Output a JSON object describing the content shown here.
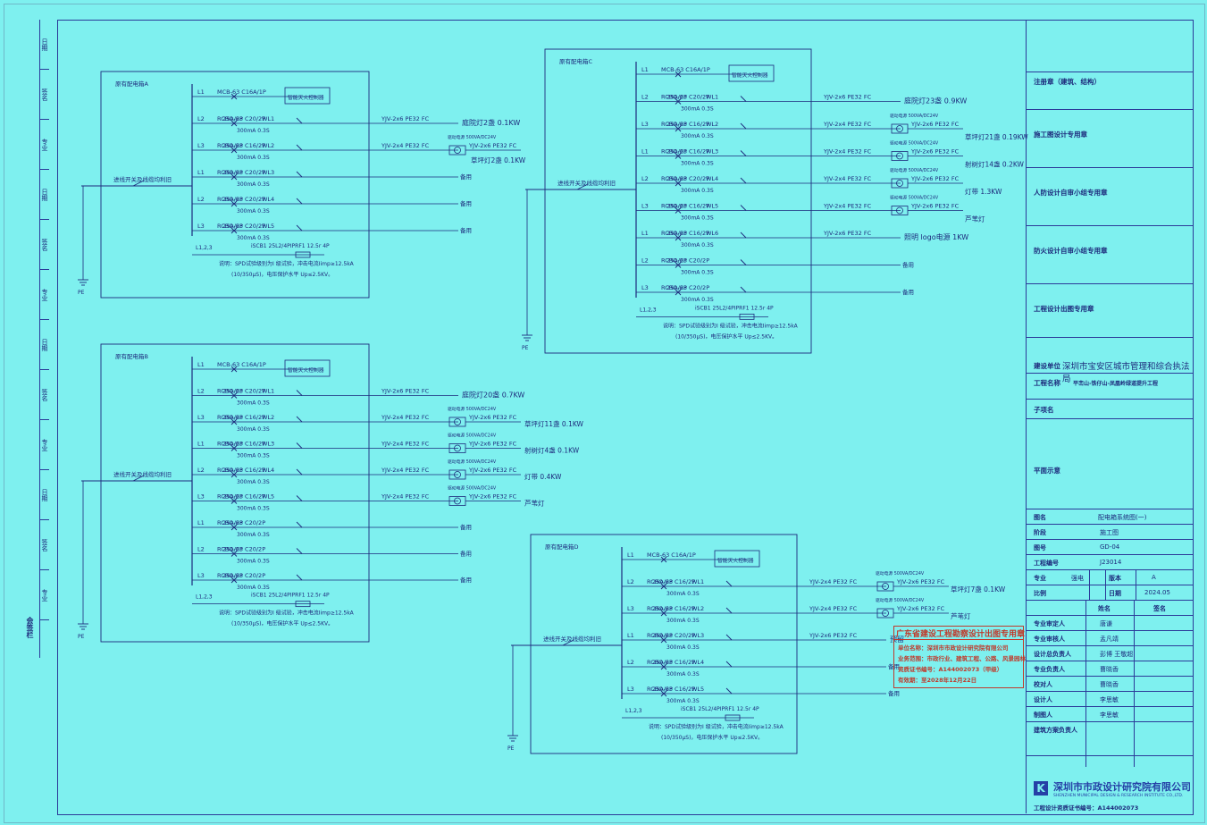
{
  "boxes": {
    "A": {
      "title": "原有配电箱A",
      "incoming": "进线开关及线缆均利旧",
      "circuits": [
        {
          "phase": "L1",
          "breaker": "MCB-63",
          "rating": "C16A/1P",
          "rcd": "",
          "contactor": "",
          "out": "",
          "cable": "",
          "load": "",
          "control": "智能灭火控制器"
        },
        {
          "phase": "L2",
          "breaker": "RCBO-63",
          "rating": "C20/2P",
          "rcd": "300mA 0.3S",
          "contactor": "25A/2P",
          "out": "WL1",
          "cable": "YJV-2x6 PE32 FC",
          "load": "庭院灯2盏 0.1KW"
        },
        {
          "phase": "L3",
          "breaker": "RCBO-63",
          "rating": "C16/2P",
          "rcd": "300mA 0.3S",
          "contactor": "25A/2P",
          "out": "WL2",
          "cable": "YJV-2x4 PE32 FC",
          "load": "草坪灯2盏 0.1KW"
        },
        {
          "phase": "L1",
          "breaker": "RCBO-63",
          "rating": "C20/2P",
          "rcd": "300mA 0.3S",
          "contactor": "25A/2P",
          "out": "WL3",
          "cable": "",
          "load": "备用"
        },
        {
          "phase": "L2",
          "breaker": "RCBO-63",
          "rating": "C20/2P",
          "rcd": "300mA 0.3S",
          "contactor": "25A/2P",
          "out": "WL4",
          "cable": "",
          "load": "备用"
        },
        {
          "phase": "L3",
          "breaker": "RCBO-63",
          "rating": "C20/2P",
          "rcd": "300mA 0.3S",
          "contactor": "25A/2P",
          "out": "WL5",
          "cable": "",
          "load": "备用"
        }
      ],
      "spd": "iSCB1 25L2/4PIPRF1 12.5r 4P",
      "phases": "L1,2,3",
      "note1": "说明：SPD试验级别为I 级试验，冲击电流Iimp≥12.5kA",
      "note2": "(10/350μS)，电压保护水平 Up≤2.5KV。",
      "pe": "PE",
      "driver": "驱动电源 500VA/DC24V",
      "cable2": "YJV-2x6 PE32 FC"
    },
    "B": {
      "title": "原有配电箱B",
      "incoming": "进线开关及线缆均利旧",
      "circuits": [
        {
          "phase": "L1",
          "breaker": "MCB-63",
          "rating": "C16A/1P",
          "rcd": "",
          "contactor": "",
          "out": "",
          "cable": "",
          "load": "",
          "control": "智能灭火控制器"
        },
        {
          "phase": "L2",
          "breaker": "RCBO-63",
          "rating": "C20/2P",
          "rcd": "300mA 0.3S",
          "contactor": "25A/2P",
          "out": "WL1",
          "cable": "YJV-2x6 PE32 FC",
          "load": "庭院灯20盏 0.7KW"
        },
        {
          "phase": "L3",
          "breaker": "RCBO-63",
          "rating": "C16/2P",
          "rcd": "300mA 0.3S",
          "contactor": "25A/2P",
          "out": "WL2",
          "cable": "YJV-2x4 PE32 FC",
          "load": "草坪灯11盏 0.1KW"
        },
        {
          "phase": "L1",
          "breaker": "RCBO-63",
          "rating": "C16/2P",
          "rcd": "300mA 0.3S",
          "contactor": "25A/2P",
          "out": "WL3",
          "cable": "YJV-2x4 PE32 FC",
          "load": "射树灯4盏 0.1KW"
        },
        {
          "phase": "L2",
          "breaker": "RCBO-63",
          "rating": "C16/2P",
          "rcd": "300mA 0.3S",
          "contactor": "25A/2P",
          "out": "WL4",
          "cable": "YJV-2x4 PE32 FC",
          "load": "灯带 0.4KW"
        },
        {
          "phase": "L3",
          "breaker": "RCBO-63",
          "rating": "C16/2P",
          "rcd": "300mA 0.3S",
          "contactor": "25A/2P",
          "out": "WL5",
          "cable": "YJV-2x4 PE32 FC",
          "load": "芦苇灯"
        },
        {
          "phase": "L1",
          "breaker": "RCBO-63",
          "rating": "C20/2P",
          "rcd": "300mA 0.3S",
          "contactor": "25A/2P",
          "out": "",
          "cable": "",
          "load": "备用"
        },
        {
          "phase": "L2",
          "breaker": "RCBO-63",
          "rating": "C20/2P",
          "rcd": "300mA 0.3S",
          "contactor": "25A/2P",
          "out": "",
          "cable": "",
          "load": "备用"
        },
        {
          "phase": "L3",
          "breaker": "RCBO-63",
          "rating": "C20/2P",
          "rcd": "300mA 0.3S",
          "contactor": "25A/2P",
          "out": "",
          "cable": "",
          "load": "备用"
        }
      ],
      "spd": "iSCB1 25L2/4PIPRF1 12.5r 4P",
      "phases": "L1,2,3",
      "note1": "说明：SPD试验级别为I 级试验，冲击电流Iimp≥12.5kA",
      "note2": "(10/350μS)，电压保护水平 Up≤2.5KV。",
      "pe": "PE",
      "driver": "驱动电源 500VA/DC24V",
      "cable2": "YJV-2x6 PE32 FC"
    },
    "C": {
      "title": "原有配电箱C",
      "incoming": "进线开关及线缆均利旧",
      "circuits": [
        {
          "phase": "L1",
          "breaker": "MCB-63",
          "rating": "C16A/1P",
          "rcd": "",
          "contactor": "",
          "out": "",
          "cable": "",
          "load": "",
          "control": "智能灭火控制器"
        },
        {
          "phase": "L2",
          "breaker": "RCBO-63",
          "rating": "C20/2P",
          "rcd": "300mA 0.3S",
          "contactor": "25A/2P",
          "out": "WL1",
          "cable": "YJV-2x6 PE32 FC",
          "load": "庭院灯23盏 0.9KW"
        },
        {
          "phase": "L3",
          "breaker": "RCBO-63",
          "rating": "C16/2P",
          "rcd": "300mA 0.3S",
          "contactor": "25A/2P",
          "out": "WL2",
          "cable": "YJV-2x4 PE32 FC",
          "load": "草坪灯21盏 0.19KW"
        },
        {
          "phase": "L1",
          "breaker": "RCBO-63",
          "rating": "C16/2P",
          "rcd": "300mA 0.3S",
          "contactor": "25A/2P",
          "out": "WL3",
          "cable": "YJV-2x4 PE32 FC",
          "load": "射树灯14盏 0.2KW"
        },
        {
          "phase": "L2",
          "breaker": "RCBO-63",
          "rating": "C20/2P",
          "rcd": "300mA 0.3S",
          "contactor": "25A/2P",
          "out": "WL4",
          "cable": "YJV-2x4 PE32 FC",
          "load": "灯带 1.3KW"
        },
        {
          "phase": "L3",
          "breaker": "RCBO-63",
          "rating": "C16/2P",
          "rcd": "300mA 0.3S",
          "contactor": "25A/2P",
          "out": "WL5",
          "cable": "YJV-2x4 PE32 FC",
          "load": "芦苇灯"
        },
        {
          "phase": "L1",
          "breaker": "RCBO-63",
          "rating": "C16/2P",
          "rcd": "300mA 0.3S",
          "contactor": "25A/2P",
          "out": "WL6",
          "cable": "YJV-2x6 PE32 FC",
          "load": "照明 logo电源 1KW"
        },
        {
          "phase": "L2",
          "breaker": "RCBO-63",
          "rating": "C20/2P",
          "rcd": "300mA 0.3S",
          "contactor": "25A/2P",
          "out": "",
          "cable": "",
          "load": "备用"
        },
        {
          "phase": "L3",
          "breaker": "RCBO-63",
          "rating": "C20/2P",
          "rcd": "300mA 0.3S",
          "contactor": "25A/2P",
          "out": "",
          "cable": "",
          "load": "备用"
        }
      ],
      "spd": "iSCB1 25L2/4PIPRF1 12.5r 4P",
      "phases": "L1,2,3",
      "note1": "说明：SPD试验级别为I 级试验，冲击电流Iimp≥12.5kA",
      "note2": "(10/350μS)，电压保护水平 Up≤2.5KV。",
      "pe": "PE",
      "driver": "驱动电源 500VA/DC24V",
      "cable2": "YJV-2x6 PE32 FC"
    },
    "D": {
      "title": "原有配电箱D",
      "incoming": "进线开关及线缆均利旧",
      "circuits": [
        {
          "phase": "L1",
          "breaker": "MCB-63",
          "rating": "C16A/1P",
          "rcd": "",
          "contactor": "",
          "out": "",
          "cable": "",
          "load": "",
          "control": "智能灭火控制器"
        },
        {
          "phase": "L2",
          "breaker": "RCBO-63",
          "rating": "C16/2P",
          "rcd": "300mA 0.3S",
          "contactor": "25A/2P",
          "out": "WL1",
          "cable": "YJV-2x4 PE32 FC",
          "load": "草坪灯7盏 0.1KW"
        },
        {
          "phase": "L3",
          "breaker": "RCBO-63",
          "rating": "C16/2P",
          "rcd": "300mA 0.3S",
          "contactor": "25A/2P",
          "out": "WL2",
          "cable": "YJV-2x4 PE32 FC",
          "load": "芦苇灯"
        },
        {
          "phase": "L1",
          "breaker": "RCBO-63",
          "rating": "C20/2P",
          "rcd": "300mA 0.3S",
          "contactor": "25A/2P",
          "out": "WL3",
          "cable": "YJV-2x6 PE32 FC",
          "load": "预留"
        },
        {
          "phase": "L2",
          "breaker": "RCBO-63",
          "rating": "C16/2P",
          "rcd": "300mA 0.3S",
          "contactor": "25A/2P",
          "out": "WL4",
          "cable": "",
          "load": "备用"
        },
        {
          "phase": "L3",
          "breaker": "RCBO-63",
          "rating": "C16/2P",
          "rcd": "300mA 0.3S",
          "contactor": "25A/2P",
          "out": "WL5",
          "cable": "",
          "load": "备用"
        }
      ],
      "spd": "iSCB1 25L2/4PIPRF1 12.5r 4P",
      "phases": "L1,2,3",
      "note1": "说明：SPD试验级别为I 级试验，冲击电流Iimp≥12.5kA",
      "note2": "(10/350μS)，电压保护水平 Up≤2.5KV。",
      "pe": "PE",
      "driver": "驱动电源 500VA/DC24V",
      "cable2": "YJV-2x6 PE32 FC"
    }
  },
  "left_strip": [
    "日期",
    "签名",
    "专业",
    "日期",
    "签名",
    "专业",
    "日期",
    "签名",
    "专业",
    "日期",
    "签名",
    "专业"
  ],
  "left_strip_label": "会签栏",
  "title_block": {
    "stamp_rows": [
      "注册章（建筑、结构）",
      "施工图设计专用章",
      "人防设计自审小组专用章",
      "防火设计自审小组专用章",
      "工程设计出图专用章"
    ],
    "client_label": "建设单位",
    "client": "深圳市宝安区城市管理和综合执法局",
    "project_label": "工程名称",
    "project": "平峦山-铁仔山-凤凰岭绿道提升工程",
    "subitem_label": "子项名",
    "keyplan_label": "平面示意",
    "drawing_label": "图名",
    "drawing": "配电箱系统图(一)",
    "stage_label": "阶段",
    "stage": "施工图",
    "no_label": "图号",
    "no": "GD-04",
    "proj_no_label": "工程编号",
    "proj_no": "J23014",
    "discipline_label": "专业",
    "discipline": "强电",
    "version_label": "版本",
    "version": "A",
    "scale_label": "比例",
    "date_label": "日期",
    "date": "2024.05",
    "name_col": "姓名",
    "sign_col": "签名",
    "roles": [
      {
        "role": "专业审定人",
        "name": "唐谦"
      },
      {
        "role": "专业审核人",
        "name": "孟凡靖"
      },
      {
        "role": "设计总负责人",
        "name": "彭博  王敬超"
      },
      {
        "role": "专业负责人",
        "name": "曹晓香"
      },
      {
        "role": "校对人",
        "name": "曹晓香"
      },
      {
        "role": "设计人",
        "name": "李思敏"
      },
      {
        "role": "制图人",
        "name": "李思敏"
      },
      {
        "role": "建筑方案负责人",
        "name": ""
      }
    ],
    "company": "深圳市市政设计研究院有限公司",
    "company_en": "SHENZHEN MUNICIPAL DESIGN & RESEARCH INSTITUTE CO.,LTD.",
    "cert": "工程设计资质证书编号：A144002073"
  },
  "stamp": {
    "header": "广东省建设工程勘察设计出图专用章",
    "lines": [
      "单位名称：深圳市市政设计研究院有限公司",
      "业务范围：市政行业、建筑工程、公路、风景园林",
      "资质证书编号：A144002073（甲级）",
      "有效期：至2028年12月22日"
    ]
  }
}
